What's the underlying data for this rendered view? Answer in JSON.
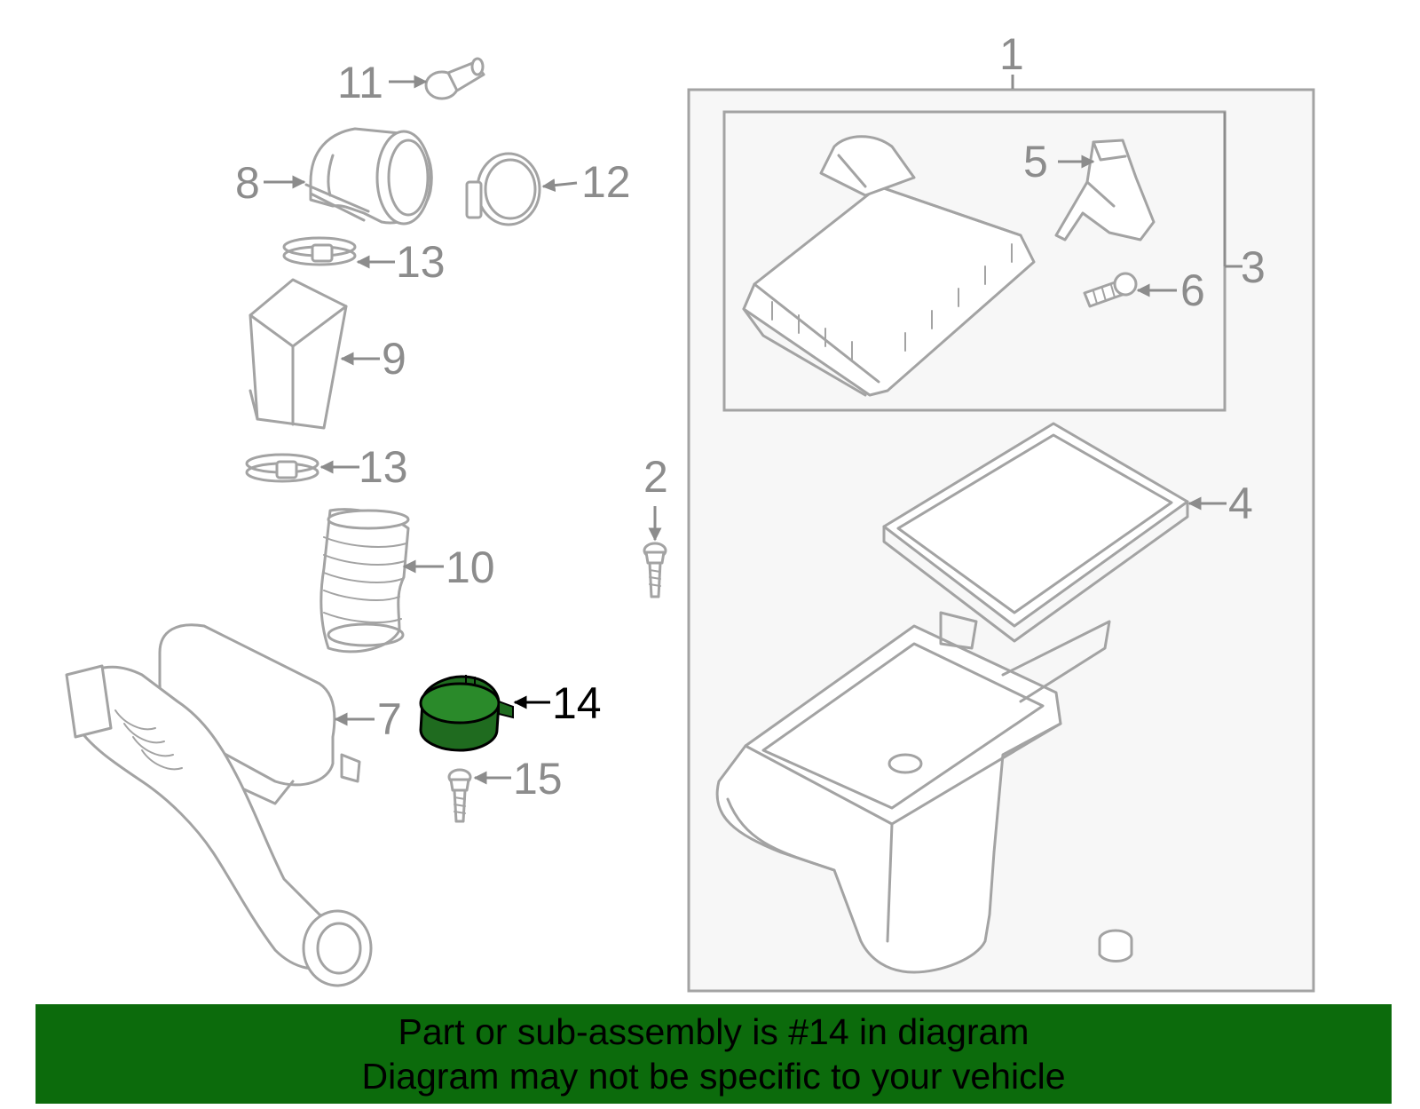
{
  "diagram": {
    "highlighted_part": "14",
    "highlight_color": "#1f6b1f",
    "part_stroke_color": "#a3a3a3",
    "callout_color": "#8c8c8c",
    "callouts": [
      "1",
      "2",
      "3",
      "4",
      "5",
      "6",
      "7",
      "8",
      "9",
      "10",
      "11",
      "12",
      "13",
      "13",
      "14",
      "15"
    ]
  },
  "banner": {
    "line1": "Part or sub-assembly is #14 in diagram",
    "line2": "Diagram may not be specific to your vehicle",
    "background": "#0c6b0c"
  }
}
